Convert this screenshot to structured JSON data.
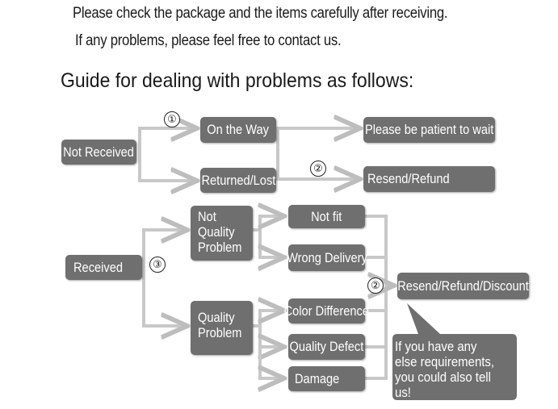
{
  "intro": {
    "line1": "Please check the package and the items carefully after receiving.",
    "line2": "If any problems, please feel free to contact us."
  },
  "guide_title": "Guide for dealing with problems as follows:",
  "nodes": {
    "not_received": "Not Received",
    "on_the_way": "On the Way",
    "returned_lost": "Returned/Lost",
    "patient": "Please be patient to wait",
    "resend_refund": "Resend/Refund",
    "received": "Received",
    "not_quality_problem": "Not Quality Problem",
    "quality_problem": "Quality Problem",
    "not_fit": "Not fit",
    "wrong_delivery": "Wrong Delivery",
    "color_difference": "Color Difference",
    "quality_defect": "Quality Defect",
    "damage": "Damage",
    "resend_refund_discount": "Resend/Refund/Discount"
  },
  "markers": {
    "one": "①",
    "two_top": "②",
    "three": "③",
    "two_mid": "②"
  },
  "bubble": "If you have any else requirements, you could also tell us!",
  "colors": {
    "box": "#6f6f6f",
    "line": "#c8c8c8",
    "text": "#1a1a1a"
  }
}
